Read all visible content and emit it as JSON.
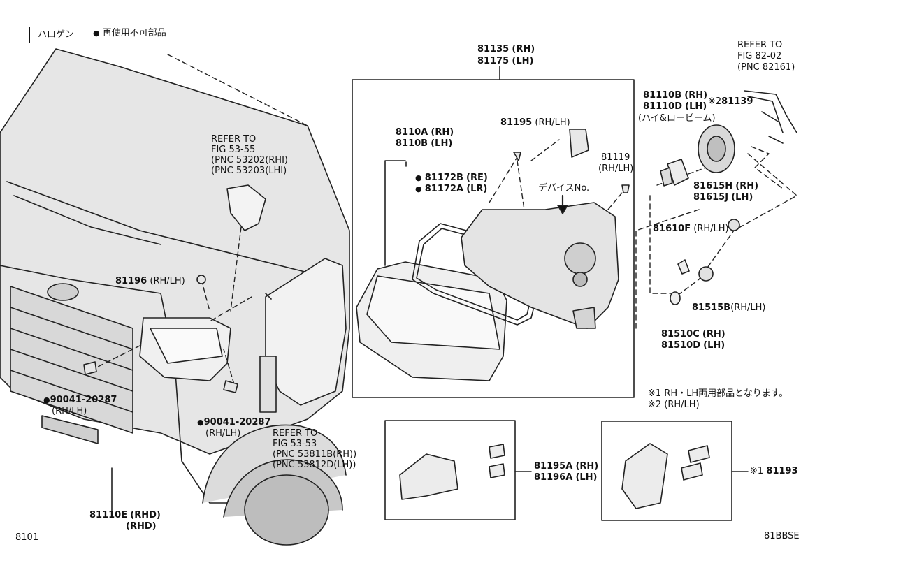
{
  "legend": {
    "halogen": "ハロゲン",
    "bullet": "●",
    "non_reusable": "再使用不可部品"
  },
  "labels": {
    "assy_rh": "81135",
    "assy_rh_side": "(RH)",
    "assy_lh": "81175",
    "assy_lh_side": "(LH)",
    "refer_82": [
      "REFER TO",
      "FIG  82-02",
      "(PNC 82161)"
    ],
    "bulb_b": "81110B",
    "bulb_b_side": "(RH)",
    "bulb_d": "81110D",
    "bulb_d_side": "(LH)",
    "bulb_mark": "※2",
    "bulb_no": "81139",
    "bulb_note": "(ハイ&ロービーム)",
    "refer_53_55": [
      "REFER TO",
      "FIG  53-55",
      "(PNC 53202(RHI)",
      "(PNC 53203(LHI)"
    ],
    "unit_a": "8110A",
    "unit_a_side": "(RH)",
    "unit_b": "8110B",
    "unit_b_side": "(LH)",
    "screw_195": "81195",
    "screw_195_side": "(RH/LH)",
    "gasket_b": "81172B",
    "gasket_b_side": "(RE)",
    "gasket_a": "81172A",
    "gasket_a_side": "(LR)",
    "device_no": "デバイスNo.",
    "clip_119": "81119",
    "clip_119_side": "(RH/LH)",
    "socket_h": "81615H",
    "socket_h_side": "(RH)",
    "socket_j": "81615J",
    "socket_j_side": "(LH)",
    "bracket_196": "81196",
    "bracket_196_side": "(RH/LH)",
    "bulb_610f": "81610F",
    "bulb_610f_side": "(RH/LH)",
    "socket_515b": "81515B",
    "socket_515b_side": "(RH/LH)",
    "bulb_510c": "81510C",
    "bulb_510c_side": "(RH)",
    "bulb_510d": "81510D",
    "bulb_510d_side": "(LH)",
    "note_1": "※1 RH・LH両用部品となります。",
    "note_2": "※2 (RH/LH)",
    "bolt_a": "90041-20287",
    "bolt_a_side": "(RH/LH)",
    "bolt_b": "90041-20287",
    "bolt_b_side": "(RH/LH)",
    "refer_53_53": [
      "REFER TO",
      "FIG  53-53",
      "(PNC 53811B(RH))",
      "(PNC 53812D(LH))"
    ],
    "bracket_a": "81195A",
    "bracket_a_side": "(RH)",
    "bracket_b": "81196A",
    "bracket_b_side": "(LH)",
    "kit_mark": "※1",
    "kit_no": "81193",
    "rhd_part": "81110E",
    "rhd_side": "(RHD)",
    "rhd_side2": "(RHD)",
    "page_id": "8101",
    "fig_code": "81BBSE"
  }
}
